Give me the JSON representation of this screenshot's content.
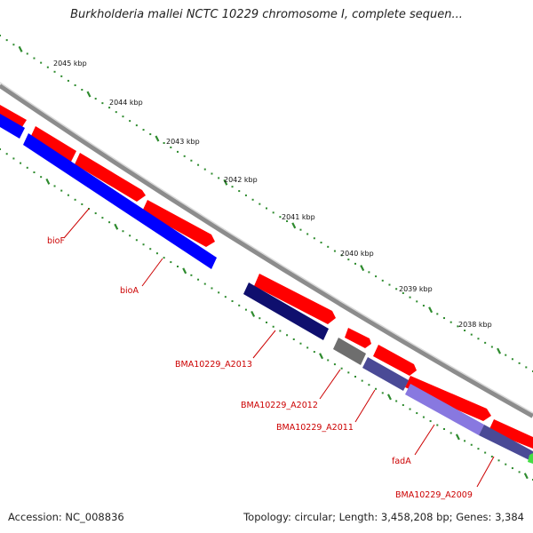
{
  "title": "Burkholderia mallei NCTC 10229 chromosome I, complete sequen...",
  "footer": {
    "accession": "Accession: NC_008836",
    "stats": "Topology: circular; Length: 3,458,208 bp; Genes: 3,384"
  },
  "colors": {
    "backbone": "#8c8c8c",
    "forward_feature": "#ff0000",
    "reverse_feature": "#0000ff",
    "reverse_dark": "#0f0f6e",
    "reverse_gray": "#6e6e6e",
    "reverse_light": "#8878e0",
    "reverse_slate": "#4a4a96",
    "ticks": "#2e8b2e",
    "gene_label": "#cc0000",
    "edge_feature": "#44dd44"
  },
  "ticks": [
    {
      "label": "2045 kbp"
    },
    {
      "label": "2044 kbp"
    },
    {
      "label": "2043 kbp"
    },
    {
      "label": "2042 kbp"
    },
    {
      "label": "2041 kbp"
    },
    {
      "label": "2040 kbp"
    },
    {
      "label": "2039 kbp"
    },
    {
      "label": "2038 kbp"
    }
  ],
  "gene_labels": [
    {
      "text": "bioF"
    },
    {
      "text": "bioA"
    },
    {
      "text": "BMA10229_A2013"
    },
    {
      "text": "BMA10229_A2012"
    },
    {
      "text": "BMA10229_A2011"
    },
    {
      "text": "fadA"
    },
    {
      "text": "BMA10229_A2009"
    }
  ]
}
